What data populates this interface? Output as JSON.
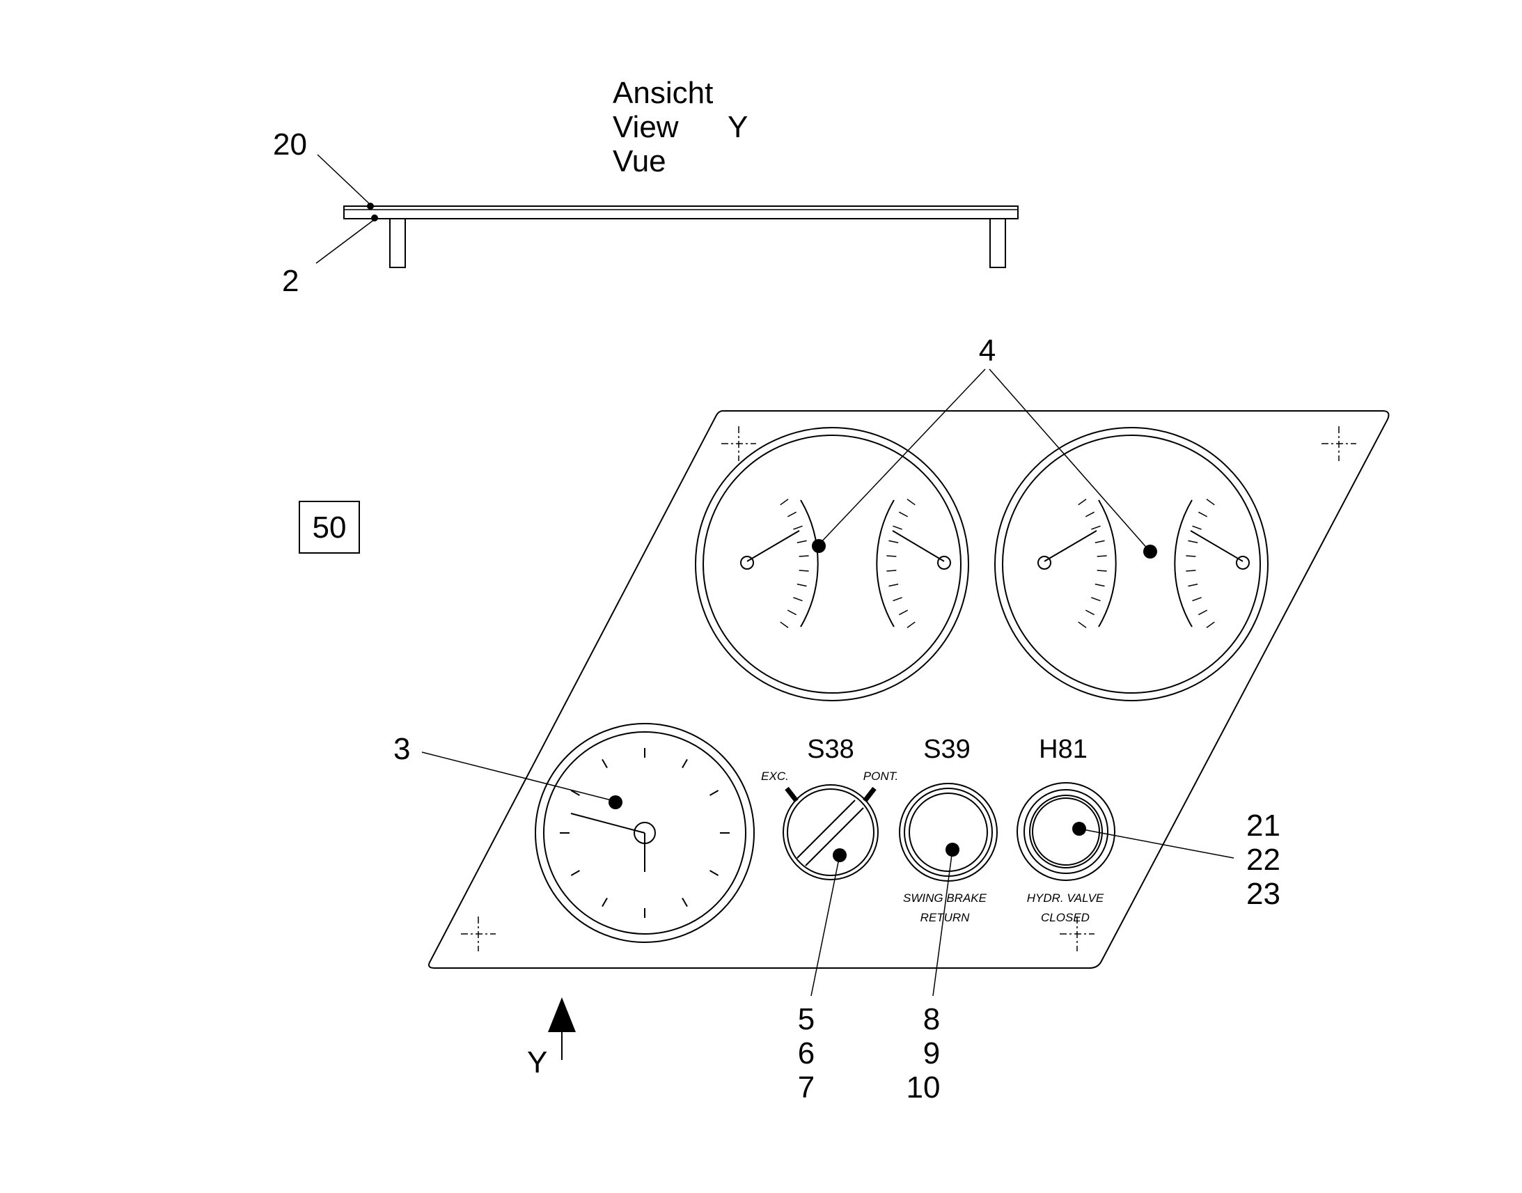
{
  "view_title": {
    "line1": "Ansicht",
    "line2": "View",
    "line3": "Vue",
    "letter": "Y"
  },
  "side_view_labels": {
    "top": "20",
    "bottom": "2"
  },
  "figure_number": "50",
  "gauge_label": "4",
  "clock_label": "3",
  "switches": [
    {
      "code": "S38",
      "left_text": "EXC.",
      "right_text": "PONT.",
      "refs": [
        "5",
        "6",
        "7"
      ]
    },
    {
      "code": "S39",
      "text_line1": "SWING BRAKE",
      "text_line2": "RETURN",
      "refs": [
        "8",
        "9",
        "10"
      ]
    },
    {
      "code": "H81",
      "text_line1": "HYDR. VALVE",
      "text_line2": "CLOSED",
      "refs": [
        "21",
        "22",
        "23"
      ]
    }
  ],
  "arrow_label": "Y"
}
